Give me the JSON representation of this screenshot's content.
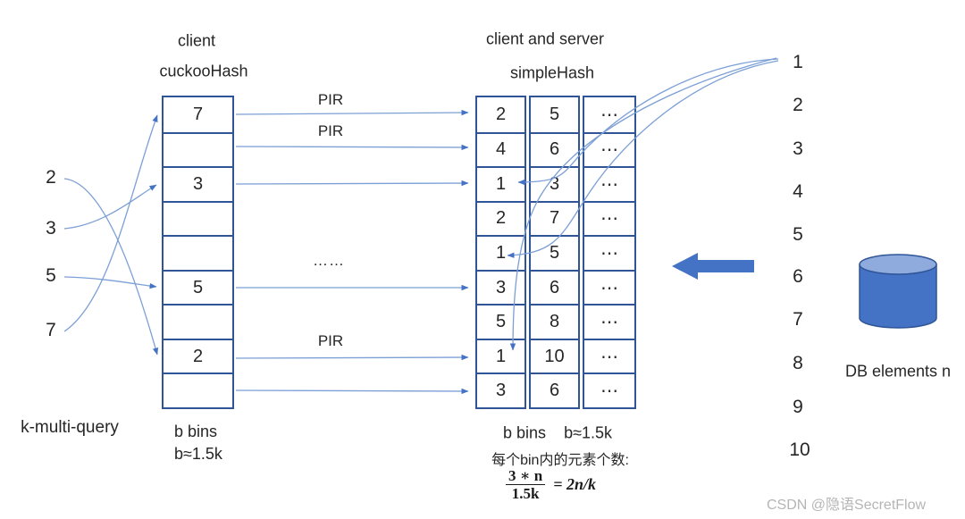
{
  "queries": {
    "values": [
      "2",
      "3",
      "5",
      "7"
    ],
    "label": "k-multi-query"
  },
  "cuckoo": {
    "title_line1": "client",
    "title_line2": "cuckooHash",
    "cells": [
      "7",
      "",
      "3",
      "",
      "",
      "5",
      "",
      "2",
      ""
    ],
    "caption_line1": "b bins",
    "caption_line2": "b≈1.5k"
  },
  "simple": {
    "title_line1": "client and server",
    "title_line2": "simpleHash",
    "rows": [
      [
        "2",
        "5",
        "⋯"
      ],
      [
        "4",
        "6",
        "⋯"
      ],
      [
        "1",
        "3",
        "⋯"
      ],
      [
        "2",
        "7",
        "⋯"
      ],
      [
        "1",
        "5",
        "⋯"
      ],
      [
        "3",
        "6",
        "⋯"
      ],
      [
        "5",
        "8",
        "⋯"
      ],
      [
        "1",
        "10",
        "⋯"
      ],
      [
        "3",
        "6",
        "⋯"
      ]
    ],
    "caption_bins": "b bins",
    "caption_bk": "b≈1.5k",
    "caption_cn": "每个bin内的元素个数:",
    "formula": {
      "numerator": "3 ∗ n",
      "denominator": "1.5k",
      "rhs": "= 2n/k"
    }
  },
  "pir_labels": [
    "PIR",
    "PIR",
    "PIR"
  ],
  "dots_label": "……",
  "indices": [
    "1",
    "2",
    "3",
    "4",
    "5",
    "6",
    "7",
    "8",
    "9",
    "10"
  ],
  "db_label": "DB elements n",
  "watermark": "CSDN @隐语SecretFlow",
  "colors": {
    "table_border": "#2F5597",
    "thin_line": "#7C9FD6",
    "arrowhead": "#4472C4",
    "big_arrow": "#4472C4",
    "cylinder_body": "#4472C4",
    "cylinder_top": "#8FAADC",
    "text": "#262626",
    "watermark": "#B5B5B5"
  }
}
